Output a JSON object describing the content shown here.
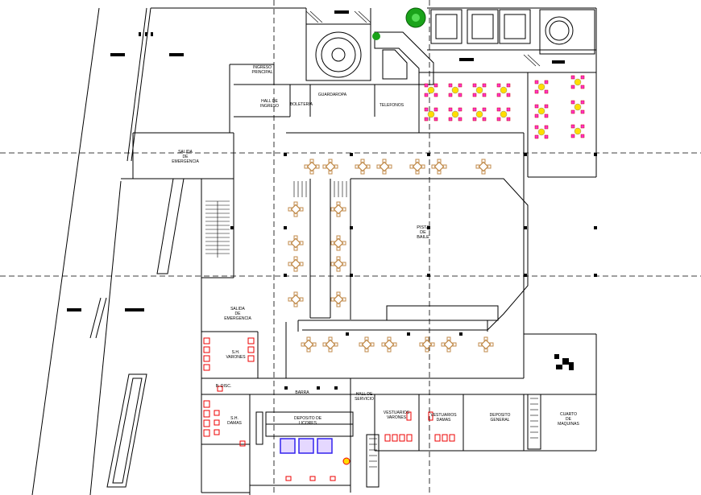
{
  "plan": {
    "rooms": {
      "ingreso_principal": "INGRESO\nPRINCIPAL",
      "hall_ingreso": "HALL DE\nINGRESO",
      "boleteria": "BOLETERIA",
      "guardarropa": "GUARDAROPA",
      "telefonos": "TELEFONOS",
      "salida_emergencia_top": "SALIDA\nDE\nEMERGENCIA",
      "pista_baile": "PISTA\nDE\nBAILE",
      "salida_emergencia_bottom": "SALIDA\nDE\nEMERGENCIA",
      "sh_varones": "S.H.\nVARONES",
      "b_disc": "B. DISC.",
      "sh_damas": "S.H.\nDAMAS",
      "barra": "BARRA",
      "deposito_licores": "DEPOSITO DE\nLICORES",
      "hall_servicio": "HALL DE\nSERVICIO",
      "vestuarios_varones": "VESTUARIOS\nVARONES",
      "vestuarios_damas": "VESTUARIOS\nDAMAS",
      "deposito_general": "DEPOSITO\nGENERAL",
      "cuarto_maquinas": "CUARTO\nDE\nMAQUINAS"
    },
    "colors": {
      "line": "#000000",
      "axis": "#000000",
      "furniture": "#c08a4a",
      "table_pink": "#ff33cc",
      "table_center": "#ffdd00",
      "sanitary": "#ee0000",
      "tree": "#1aa31a",
      "counter_blue": "#3322ee",
      "counter_fill": "#e5d8ff"
    }
  }
}
